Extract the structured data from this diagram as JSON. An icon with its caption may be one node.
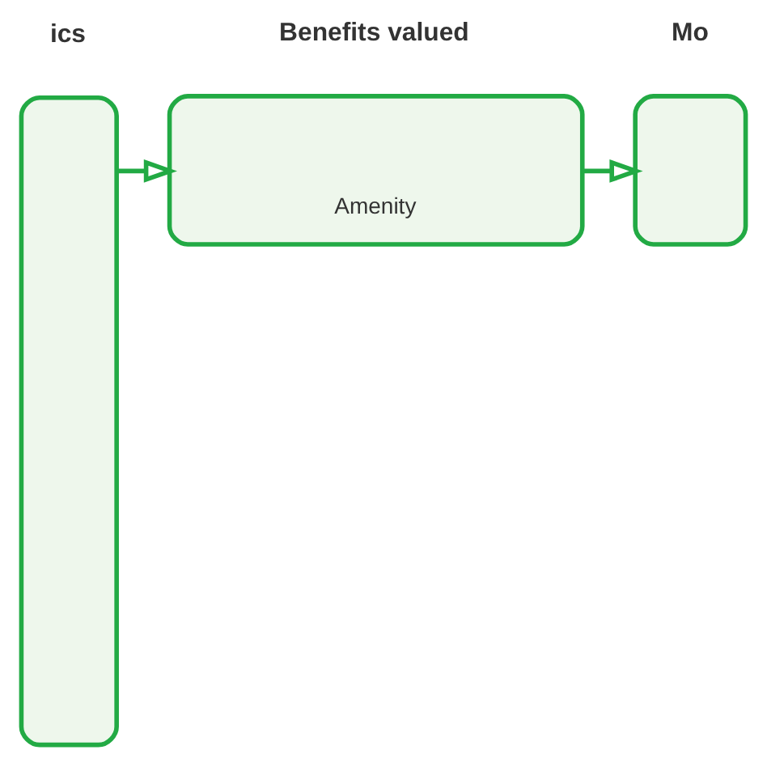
{
  "diagram": {
    "nodes": [
      {
        "text": [
          "ics"
        ]
      },
      {
        "text": [
          "Benefits valued",
          "Amenity"
        ]
      },
      {
        "text": [
          "Mo"
        ]
      }
    ],
    "edges": [
      {
        "from": 0,
        "to": 1,
        "arrow": "to"
      },
      {
        "from": 1,
        "to": 2,
        "arrow": "to"
      }
    ]
  }
}
